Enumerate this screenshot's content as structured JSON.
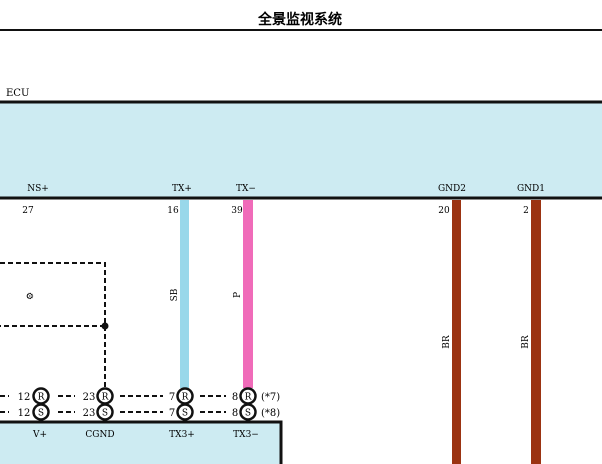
{
  "title": "全景监视系统",
  "ecu": {
    "label": "ECU",
    "fill": "#cdebf2",
    "pins": [
      {
        "name": "NS+",
        "number": "27"
      },
      {
        "name": "TX+",
        "number": "16"
      },
      {
        "name": "TX−",
        "number": "39"
      },
      {
        "name": "GND2",
        "number": "20"
      },
      {
        "name": "GND1",
        "number": "2"
      }
    ]
  },
  "wires": [
    {
      "from": "TX+",
      "color_code": "SB",
      "color": "#99d8ea"
    },
    {
      "from": "TX−",
      "color_code": "P",
      "color": "#f06bb9"
    },
    {
      "from": "GND2",
      "color_code": "BR",
      "color": "#9b3312"
    },
    {
      "from": "GND1",
      "color_code": "BR",
      "color": "#9b3312"
    }
  ],
  "harness_box_glyph": "⚙",
  "connectors": {
    "rows": [
      {
        "note": "(*7)",
        "items": [
          {
            "number": "12",
            "letter": "R"
          },
          {
            "number": "23",
            "letter": "R"
          },
          {
            "number": "7",
            "letter": "R"
          },
          {
            "number": "8",
            "letter": "R"
          }
        ]
      },
      {
        "note": "(*8)",
        "items": [
          {
            "number": "12",
            "letter": "S"
          },
          {
            "number": "23",
            "letter": "S"
          },
          {
            "number": "7",
            "letter": "S"
          },
          {
            "number": "8",
            "letter": "S"
          }
        ]
      }
    ]
  },
  "bottom_unit": {
    "fill": "#cdebf2",
    "pins": [
      {
        "name": "V+"
      },
      {
        "name": "CGND"
      },
      {
        "name": "TX3+"
      },
      {
        "name": "TX3−"
      }
    ]
  }
}
